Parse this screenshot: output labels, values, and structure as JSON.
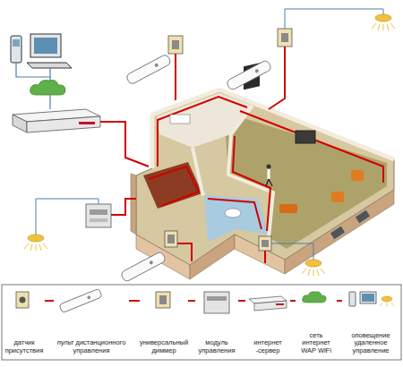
{
  "diagram": {
    "nodes": [
      {
        "text": [
          "датчик присутствия"
        ]
      },
      {
        "text": [
          "пульт дистанционного управления"
        ]
      },
      {
        "text": [
          "универсальный диммер"
        ]
      },
      {
        "text": [
          "модуль управления"
        ]
      },
      {
        "text": [
          "интернет -сервер"
        ]
      },
      {
        "text": [
          "сеть интернет WAP WiFi"
        ]
      },
      {
        "text": [
          "оповещение",
          "удаленное управление"
        ]
      }
    ],
    "edges": [
      {
        "from": 0,
        "to": 1,
        "arrow": "none"
      },
      {
        "from": 1,
        "to": 2,
        "arrow": "none"
      },
      {
        "from": 2,
        "to": 3,
        "arrow": "none"
      },
      {
        "from": 3,
        "to": 4,
        "arrow": "none"
      },
      {
        "from": 4,
        "to": 5,
        "arrow": "none"
      },
      {
        "from": 5,
        "to": 6,
        "arrow": "none"
      }
    ]
  }
}
